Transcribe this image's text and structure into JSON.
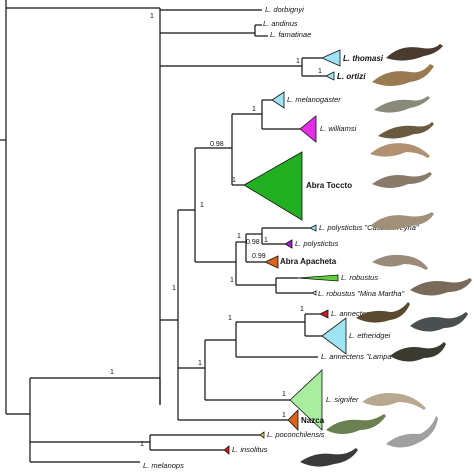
{
  "tips": {
    "dorbignyi": "L. dorbignyi",
    "andinus": "L. andinus",
    "famatinae": "L. famatinae",
    "thomasi": "L. thomasi",
    "ortizi": "L. ortizi",
    "melanogaster": "L. melanogaster",
    "williamsi": "L. williamsi",
    "abra_toccto": "Abra Toccto",
    "polystictus_castro": "L. polystictus \"Castrovirreyna\"",
    "polystictus": "L. polystictus",
    "abra_apacheta": "Abra Apacheta",
    "robustus": "L. robustus",
    "robustus_mina": "L. robustus \"Mina Martha\"",
    "annectens": "L. annectens",
    "etheridgei": "L. etheridgei",
    "annectens_lampa": "L. annectens \"Lampa\"",
    "signifer": "L. signifer",
    "nazca": "Nazca",
    "poconchilensis": "L. poconchilensis",
    "insolitus": "L. insolitus",
    "melanops": "L. melanops"
  },
  "support": {
    "s1": "1",
    "s2": "1",
    "s3": "1",
    "s4": "1",
    "s5": "0.98",
    "s6": "1",
    "s7": "1",
    "s8": "1",
    "s9": "0.98",
    "s10": "1",
    "s11": "0.99",
    "s12": "1",
    "s13": "1",
    "s14": "1",
    "s15": "1",
    "s16": "1",
    "s17": "1",
    "s18": "1",
    "s19": "1",
    "s20": "1"
  },
  "colors": {
    "cyan": "#9fe3f5",
    "magenta": "#e62ee6",
    "green": "#22b022",
    "purple": "#a020d0",
    "orange": "#d9641e",
    "lightgreen": "#5fcf3a",
    "red": "#d11a1a",
    "palegreen": "#a8eda0",
    "yellow": "#f2e22a"
  }
}
